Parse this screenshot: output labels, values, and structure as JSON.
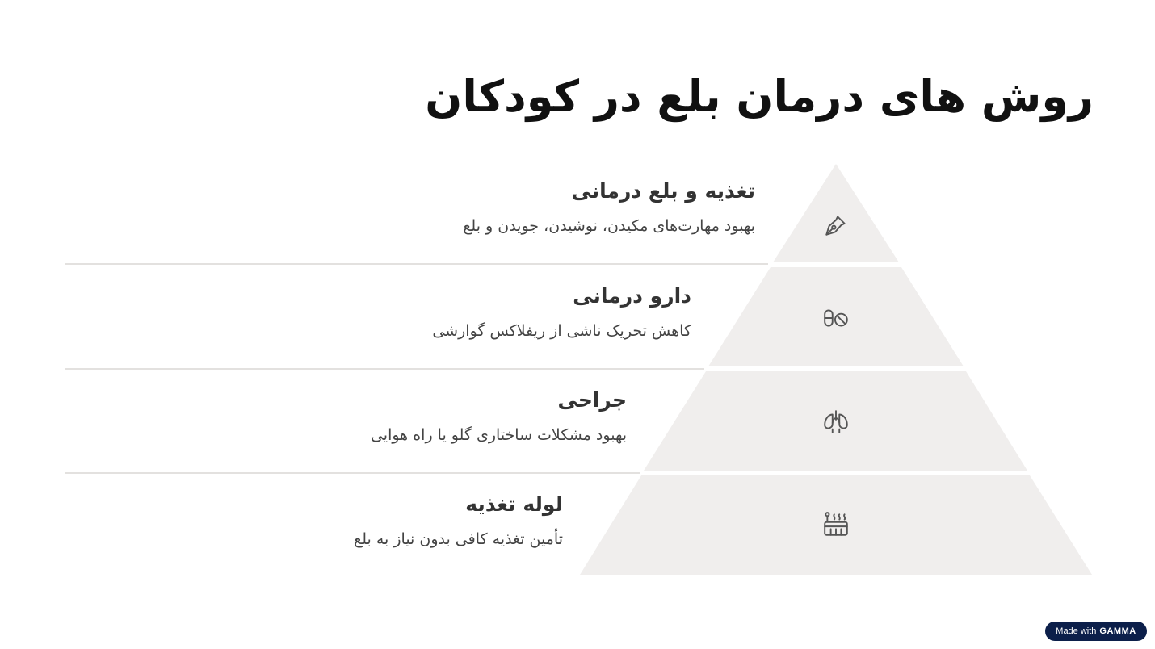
{
  "title": "روش های درمان بلع در کودکان",
  "tiers": [
    {
      "heading": "تغذیه و بلع درمانی",
      "description": "بهبود مهارت‌های مکیدن، نوشیدن، جویدن و بلع",
      "icon": "pen-nib-icon"
    },
    {
      "heading": "دارو درمانی",
      "description": "کاهش تحریک ناشی از ریفلاکس گوارشی",
      "icon": "pills-icon"
    },
    {
      "heading": "جراحی",
      "description": "بهبود مشکلات ساختاری گلو یا راه هوایی",
      "icon": "lungs-icon"
    },
    {
      "heading": "لوله تغذیه",
      "description": "تأمین تغذیه کافی بدون نیاز به بلع",
      "icon": "heater-icon"
    }
  ],
  "badge": {
    "prefix": "Made with",
    "brand": "GAMMA"
  },
  "colors": {
    "tier_fill": "#f0eeed",
    "divider": "#e3e1df",
    "icon": "#555555",
    "badge_bg": "#0c1f4a"
  }
}
